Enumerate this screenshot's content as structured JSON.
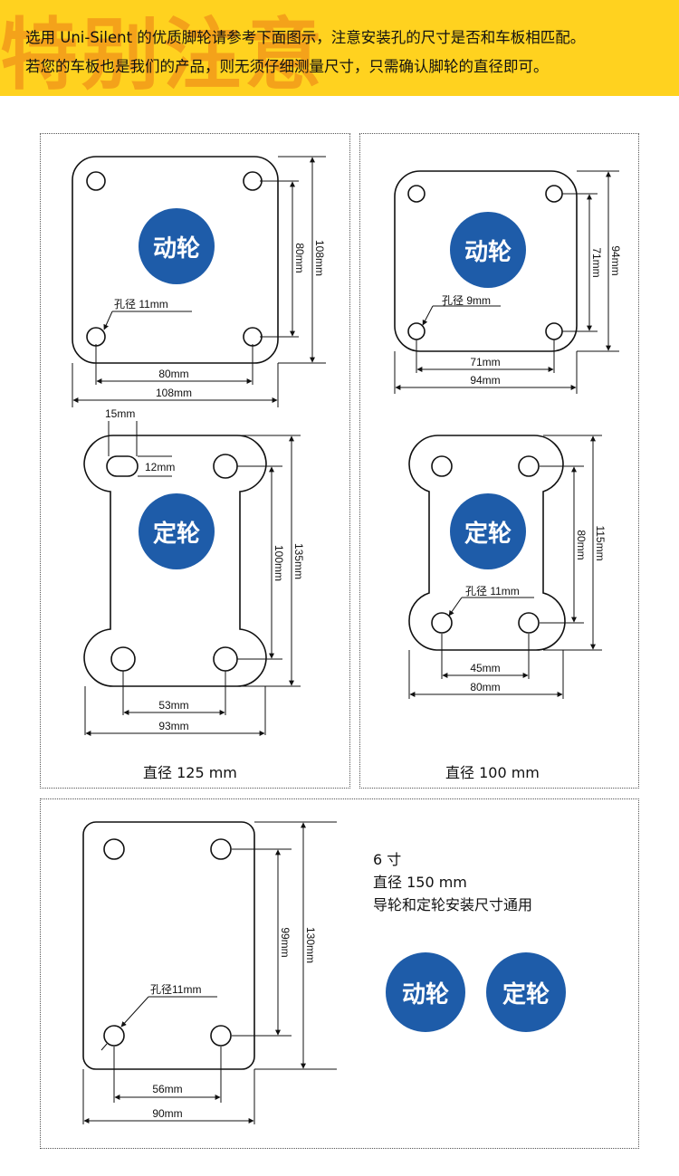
{
  "header": {
    "watermark": "特别注意",
    "line1": "选用 Uni-Silent 的优质脚轮请参考下面图示，注意安装孔的尺寸是否和车板相匹配。",
    "line2": "若您的车板也是我们的产品，则无须仔细测量尺寸，只需确认脚轮的直径即可。"
  },
  "colors": {
    "banner_bg": "#ffd21f",
    "watermark": "#f4a21a",
    "circle": "#1e5ca9"
  },
  "panel_125": {
    "caption": "直径 125 mm",
    "swivel": {
      "label": "动轮",
      "hole": "孔径 11mm",
      "inner_w": "80mm",
      "outer_w": "108mm",
      "inner_h": "80mm",
      "outer_h": "108mm"
    },
    "fixed": {
      "label": "定轮",
      "slot_w": "15mm",
      "slot_h": "12mm",
      "inner_w": "53mm",
      "outer_w": "93mm",
      "inner_h": "100mm",
      "outer_h": "135mm"
    }
  },
  "panel_100": {
    "caption": "直径 100 mm",
    "swivel": {
      "label": "动轮",
      "hole": "孔径 9mm",
      "inner_w": "71mm",
      "outer_w": "94mm",
      "inner_h": "71mm",
      "outer_h": "94mm"
    },
    "fixed": {
      "label": "定轮",
      "hole": "孔径 11mm",
      "inner_w": "45mm",
      "outer_w": "80mm",
      "inner_h": "80mm",
      "outer_h": "115mm"
    }
  },
  "panel_150": {
    "size": "6 寸",
    "diameter": "直径 150 mm",
    "note": "导轮和定轮安装尺寸通用",
    "hole": "孔径11mm",
    "inner_w": "56mm",
    "outer_w": "90mm",
    "inner_h": "99mm",
    "outer_h": "130mm",
    "swivel_label": "动轮",
    "fixed_label": "定轮"
  }
}
